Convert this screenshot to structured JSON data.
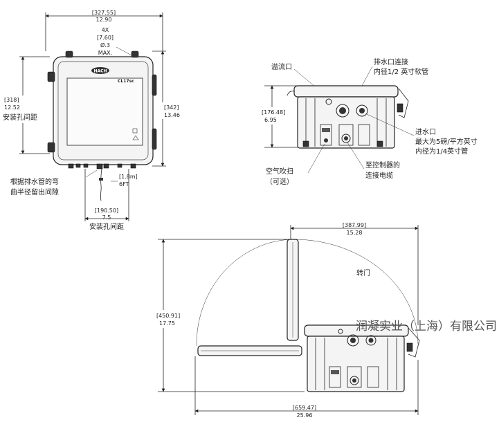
{
  "front": {
    "width_mm": "[327.55]",
    "width_in": "12.90",
    "hole_count": "4X",
    "hole_mm": "[7.60]",
    "hole_in": "Ø.3",
    "hole_max": "MAX.",
    "left_mm": "[318]",
    "left_in": "12.52",
    "left_label": "安装孔间距",
    "right_mm": "[342]",
    "right_in": "13.46",
    "cable_mm": "[1.8m]",
    "cable_ft": "6FT",
    "bottom_mm": "[190.50]",
    "bottom_in": "7.5",
    "bottom_label": "安装孔间距",
    "bend_label_1": "根据排水管的弯",
    "bend_label_2": "曲半径留出间隙",
    "logo": "HACH",
    "model": "CL17sc"
  },
  "side": {
    "overflow": "溢流口",
    "drain_1": "排水口连接",
    "drain_2": "内径1/2 英寸软管",
    "height_mm": "[176.48]",
    "height_in": "6.95",
    "inlet_1": "进水口",
    "inlet_2": "最大为5磅/平方英寸",
    "inlet_3": "内径为1/4英寸管",
    "air_1": "空气吹扫",
    "air_2": "（可选）",
    "ctrl_1": "至控制器的",
    "ctrl_2": "连接电缆"
  },
  "open": {
    "top_mm": "[387.99]",
    "top_in": "15.28",
    "door_label": "转门",
    "height_mm": "[450.91]",
    "height_in": "17.75",
    "width_mm": "[659.47]",
    "width_in": "25.96"
  },
  "watermark": "润凝实业（上海）有限公司"
}
